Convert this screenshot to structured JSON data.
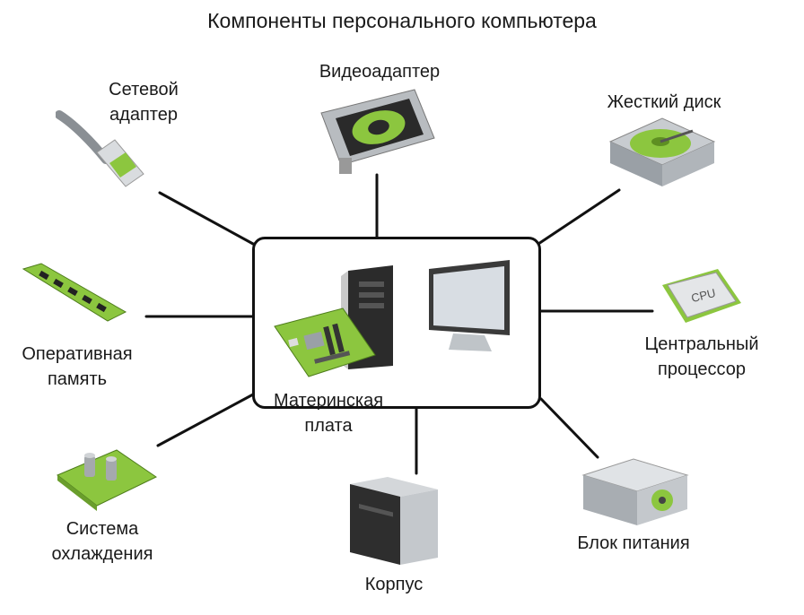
{
  "title": "Компоненты персонального компьютера",
  "center": {
    "label": "Материнская\nплата"
  },
  "components": {
    "network": "Сетевой\nадаптер",
    "video": "Видеоадаптер",
    "hdd": "Жесткий диск",
    "ram": "Оперативная\nпамять",
    "cpu": "Центральный\nпроцессор",
    "cooling": "Система\nохлаждения",
    "case": "Корпус",
    "psu": "Блок питания"
  },
  "icon_text": {
    "cpu_chip": "CPU"
  },
  "colors": {
    "accent_green": "#8cc63f",
    "line": "#111111"
  }
}
